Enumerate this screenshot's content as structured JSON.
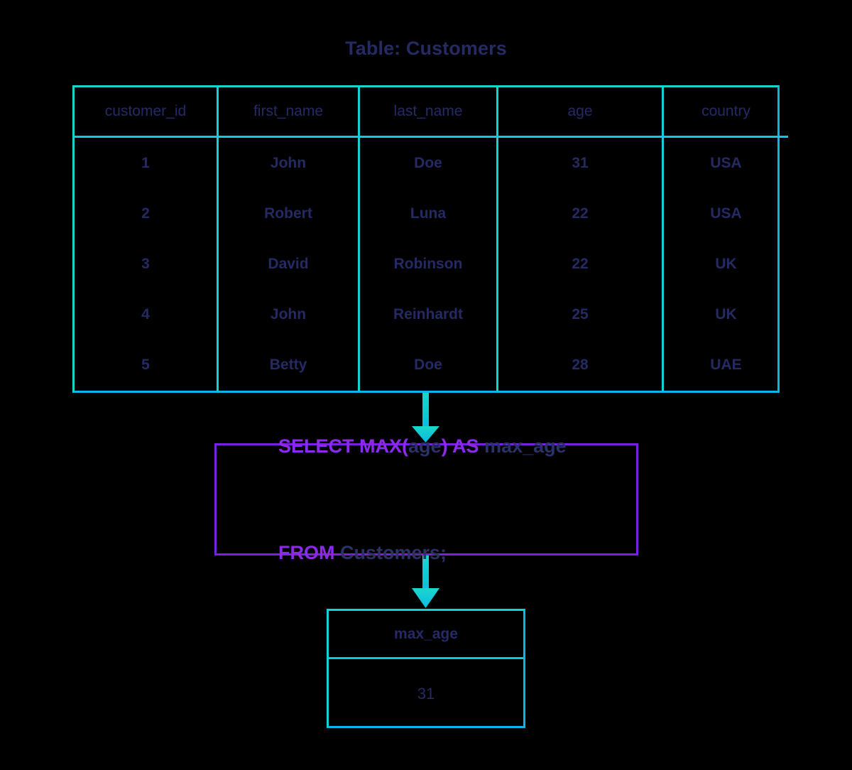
{
  "title": "Table: Customers",
  "colors": {
    "text_navy": "#252a63",
    "keyword_purple": "#8b2ae8",
    "box_border_purple": "#7d1fe2",
    "table_border_teal": "#14d2d4",
    "table_border_cyan": "#06b7e8",
    "background": "#000000"
  },
  "customers_table": {
    "name": "Customers",
    "columns": [
      "customer_id",
      "first_name",
      "last_name",
      "age",
      "country"
    ],
    "rows": [
      [
        "1",
        "John",
        "Doe",
        "31",
        "USA"
      ],
      [
        "2",
        "Robert",
        "Luna",
        "22",
        "USA"
      ],
      [
        "3",
        "David",
        "Robinson",
        "22",
        "UK"
      ],
      [
        "4",
        "John",
        "Reinhardt",
        "25",
        "UK"
      ],
      [
        "5",
        "Betty",
        "Doe",
        "28",
        "UAE"
      ]
    ]
  },
  "query": {
    "line1": [
      {
        "text": "SELECT MAX(",
        "type": "keyword"
      },
      {
        "text": "age",
        "type": "identifier"
      },
      {
        "text": ") AS ",
        "type": "keyword"
      },
      {
        "text": "max_age",
        "type": "identifier"
      }
    ],
    "line2": [
      {
        "text": "FROM ",
        "type": "keyword"
      },
      {
        "text": "Customers;",
        "type": "identifier"
      }
    ],
    "full_text": "SELECT MAX(age) AS max_age FROM Customers;"
  },
  "result_table": {
    "columns": [
      "max_age"
    ],
    "rows": [
      [
        "31"
      ]
    ]
  },
  "arrows": [
    {
      "name": "arrow-table-to-query",
      "direction": "down"
    },
    {
      "name": "arrow-query-to-result",
      "direction": "down"
    }
  ]
}
